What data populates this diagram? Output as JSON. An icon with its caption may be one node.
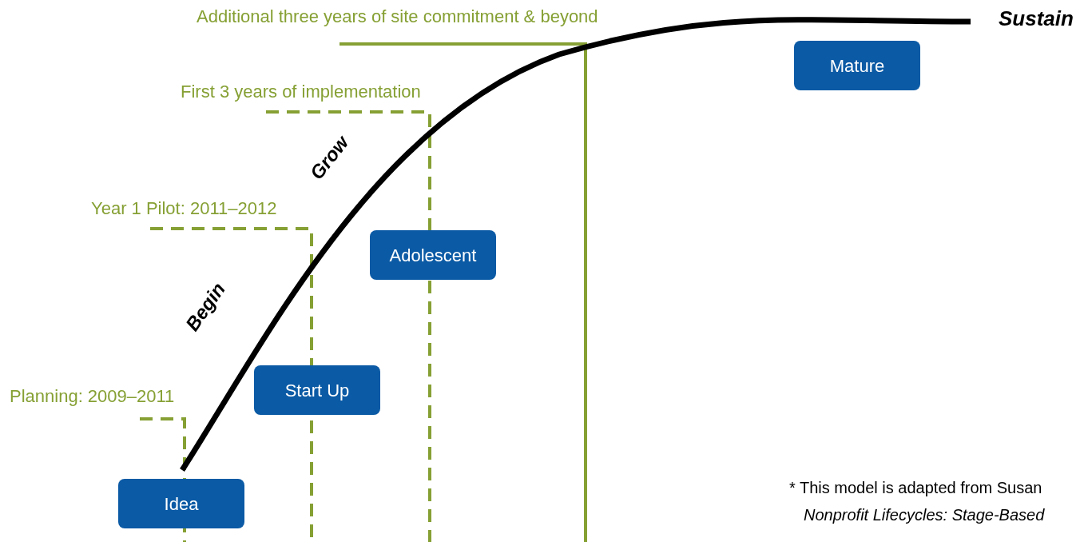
{
  "diagram": {
    "nodes": [
      {
        "text": [
          "Mature"
        ]
      },
      {
        "text": [
          "Adolescent"
        ]
      },
      {
        "text": [
          "Start Up"
        ]
      },
      {
        "text": [
          "Idea"
        ]
      }
    ],
    "labels": [
      "Additional three years of site commitment & beyond",
      "Sustain",
      "First 3 years of implementation",
      "Grow",
      "Year 1 Pilot: 2011–2012",
      "Begin",
      "Planning: 2009–2011",
      "* This model is adapted from Susan",
      "Nonprofit Lifecycles: Stage-Based"
    ]
  }
}
